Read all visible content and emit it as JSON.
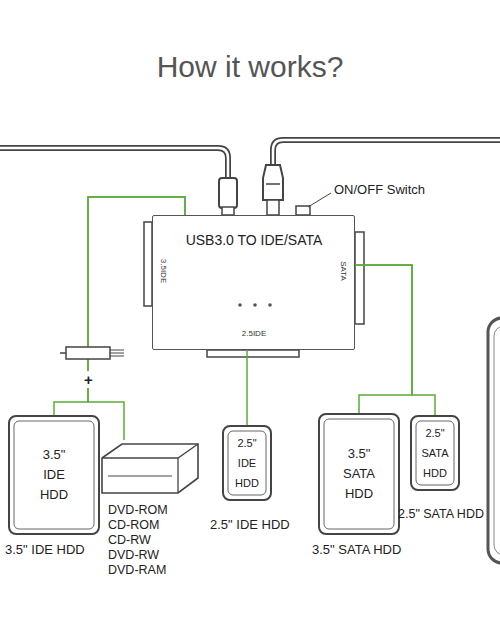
{
  "diagram": {
    "title": "How it works?",
    "nodes": [
      {
        "text": [
          "USB3.0 TO IDE/SATA",
          "3.5IDE",
          "SATA",
          "2.5IDE"
        ]
      },
      {
        "text": [
          "3.5\" IDE HDD",
          "3.5\" IDE HDD"
        ]
      },
      {
        "text": [
          "DVD-ROM CD-ROM CD-RW DVD-RW DVD-RAM"
        ]
      },
      {
        "text": [
          "2.5\" IDE HDD",
          "2.5\" IDE HDD"
        ]
      },
      {
        "text": [
          "3.5\" SATA HDD",
          "3.5\" SATA HDD"
        ]
      },
      {
        "text": [
          "2.5\" SATA HDD",
          "2.5\" SATA HDD"
        ]
      }
    ],
    "edges": [
      {
        "from": 0,
        "to": 1,
        "arrow": "none"
      },
      {
        "from": 0,
        "to": 2,
        "arrow": "none"
      },
      {
        "from": 0,
        "to": 3,
        "arrow": "none"
      },
      {
        "from": 0,
        "to": 4,
        "arrow": "none"
      },
      {
        "from": 0,
        "to": 5,
        "arrow": "none"
      }
    ],
    "labels": [
      "ON/OFF Switch",
      "+"
    ]
  }
}
